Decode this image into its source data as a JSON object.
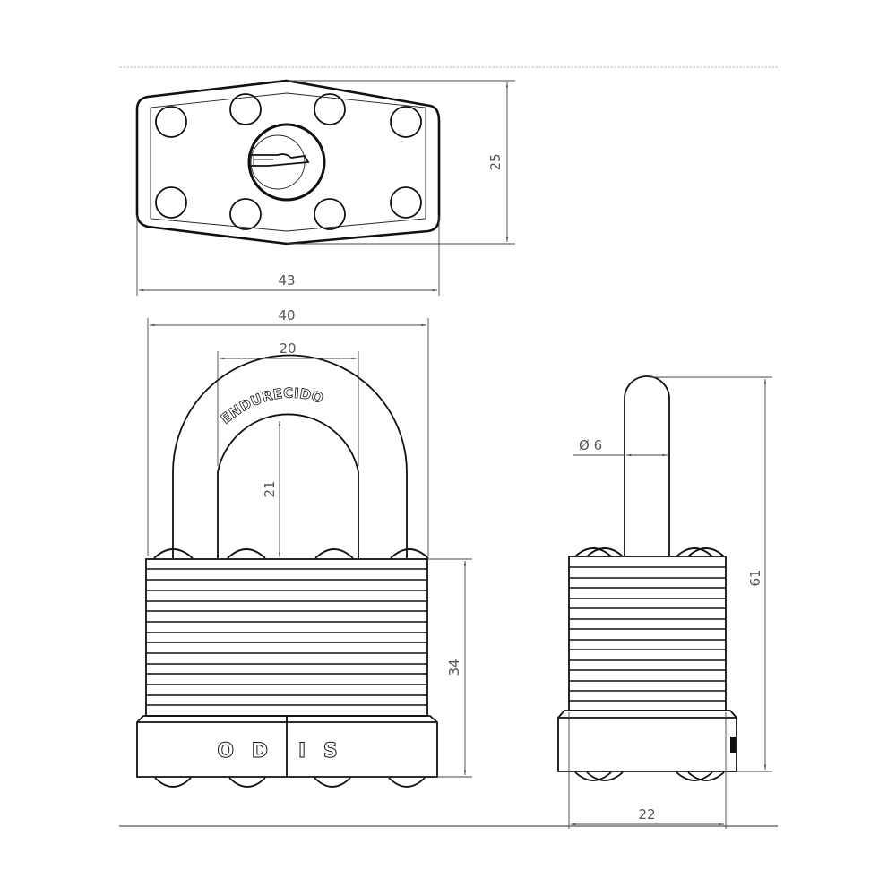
{
  "drawing": {
    "subject": "padlock technical drawing",
    "views": {
      "top": {
        "dimensions": {
          "width": "43",
          "height": "25"
        }
      },
      "front": {
        "dimensions": {
          "body_width": "40",
          "shackle_inner_width": "20",
          "shackle_clearance": "21",
          "body_height": "34"
        },
        "shackle_text": "ENDURECIDO",
        "brand_left": "O D",
        "brand_right": "I S"
      },
      "side": {
        "dimensions": {
          "shackle_diameter": "Ø 6",
          "total_height": "61",
          "body_depth": "22"
        }
      }
    },
    "colors": {
      "line": "#111111",
      "dimension": "#555555",
      "border": "#cccccc"
    }
  }
}
